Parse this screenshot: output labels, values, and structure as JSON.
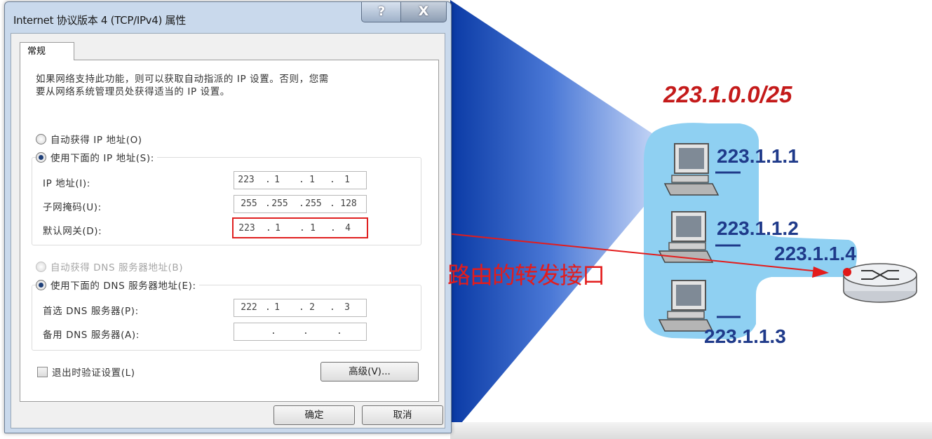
{
  "dialog": {
    "title": "Internet 协议版本 4 (TCP/IPv4) 属性",
    "help_glyph": "?",
    "close_glyph": "X",
    "tab_label": "常规",
    "intro_line1": "如果网络支持此功能，则可以获取自动指派的 IP 设置。否则，您需",
    "intro_line2": "要从网络系统管理员处获得适当的 IP 设置。",
    "radio_auto_ip": "自动获得 IP 地址(O)",
    "radio_manual_ip": "使用下面的 IP 地址(S):",
    "ip_label": "IP 地址(I):",
    "mask_label": "子网掩码(U):",
    "gateway_label": "默认网关(D):",
    "ip_value": [
      "223",
      "1",
      "1",
      "1"
    ],
    "mask_value": [
      "255",
      "255",
      "255",
      "128"
    ],
    "gateway_value": [
      "223",
      "1",
      "1",
      "4"
    ],
    "radio_auto_dns": "自动获得 DNS 服务器地址(B)",
    "radio_manual_dns": "使用下面的 DNS 服务器地址(E):",
    "dns1_label": "首选 DNS 服务器(P):",
    "dns2_label": "备用 DNS 服务器(A):",
    "dns1_value": [
      "222",
      "1",
      "2",
      "3"
    ],
    "dns2_value": [
      "",
      "",
      "",
      ""
    ],
    "validate_checkbox": "退出时验证设置(L)",
    "advanced_button": "高级(V)...",
    "ok_button": "确定",
    "cancel_button": "取消"
  },
  "diagram": {
    "subnet": "223.1.0.0/25",
    "host1": "223.1.1.1",
    "host2": "223.1.1.2",
    "host3": "223.1.1.3",
    "router_interface": "223.1.1.4",
    "annotation": "路由的转发接口",
    "colors": {
      "subnet_fill": "#8fd0f2",
      "label_blue": "#1f3a8a",
      "annotation_red": "#e31c1c",
      "beam_dark": "#0d3aa8"
    }
  }
}
